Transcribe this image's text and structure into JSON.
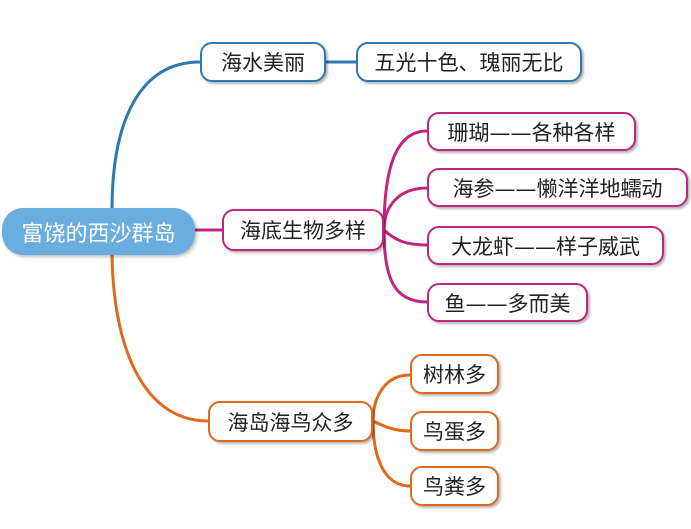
{
  "colors": {
    "root_fill": "#6aaee0",
    "blue_branch": "#2a79b0",
    "pink_branch": "#c0267e",
    "orange_branch": "#e06a1c"
  },
  "root": {
    "label": "富饶的西沙群岛"
  },
  "branches": [
    {
      "label": "海水美丽",
      "color": "blue",
      "children": [
        "五光十色、瑰丽无比"
      ]
    },
    {
      "label": "海底生物多样",
      "color": "pink",
      "children": [
        "珊瑚——各种各样",
        "海参——懒洋洋地蠕动",
        "大龙虾——样子威武",
        "鱼——多而美"
      ]
    },
    {
      "label": "海岛海鸟众多",
      "color": "orange",
      "children": [
        "树林多",
        "鸟蛋多",
        "鸟粪多"
      ]
    }
  ]
}
